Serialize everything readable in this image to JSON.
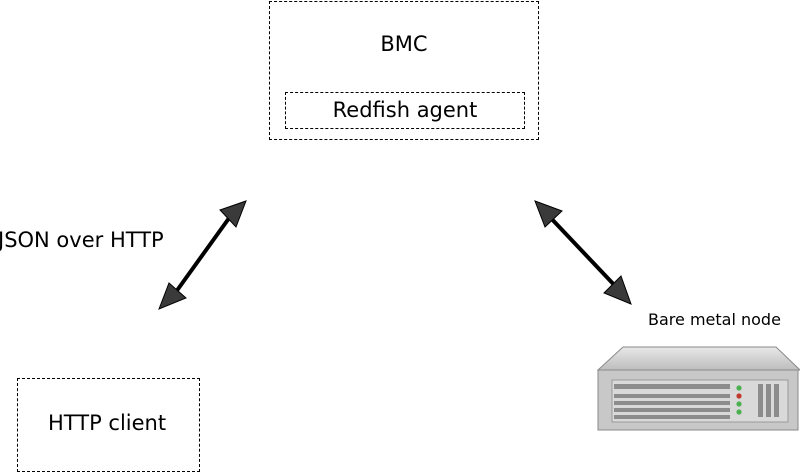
{
  "bmc": {
    "title": "BMC",
    "agent_label": "Redfish agent"
  },
  "client": {
    "label": "HTTP client"
  },
  "link": {
    "protocol_label": "JSON over HTTP"
  },
  "node": {
    "label": "Bare metal node",
    "icon": "server-icon"
  },
  "colors": {
    "arrow": "#000000",
    "arrowhead": "#3a3a3a",
    "server_body": "#c8c8c8",
    "server_dark": "#8a8a8a",
    "led_green": "#4caf50",
    "led_red": "#c0392b"
  }
}
